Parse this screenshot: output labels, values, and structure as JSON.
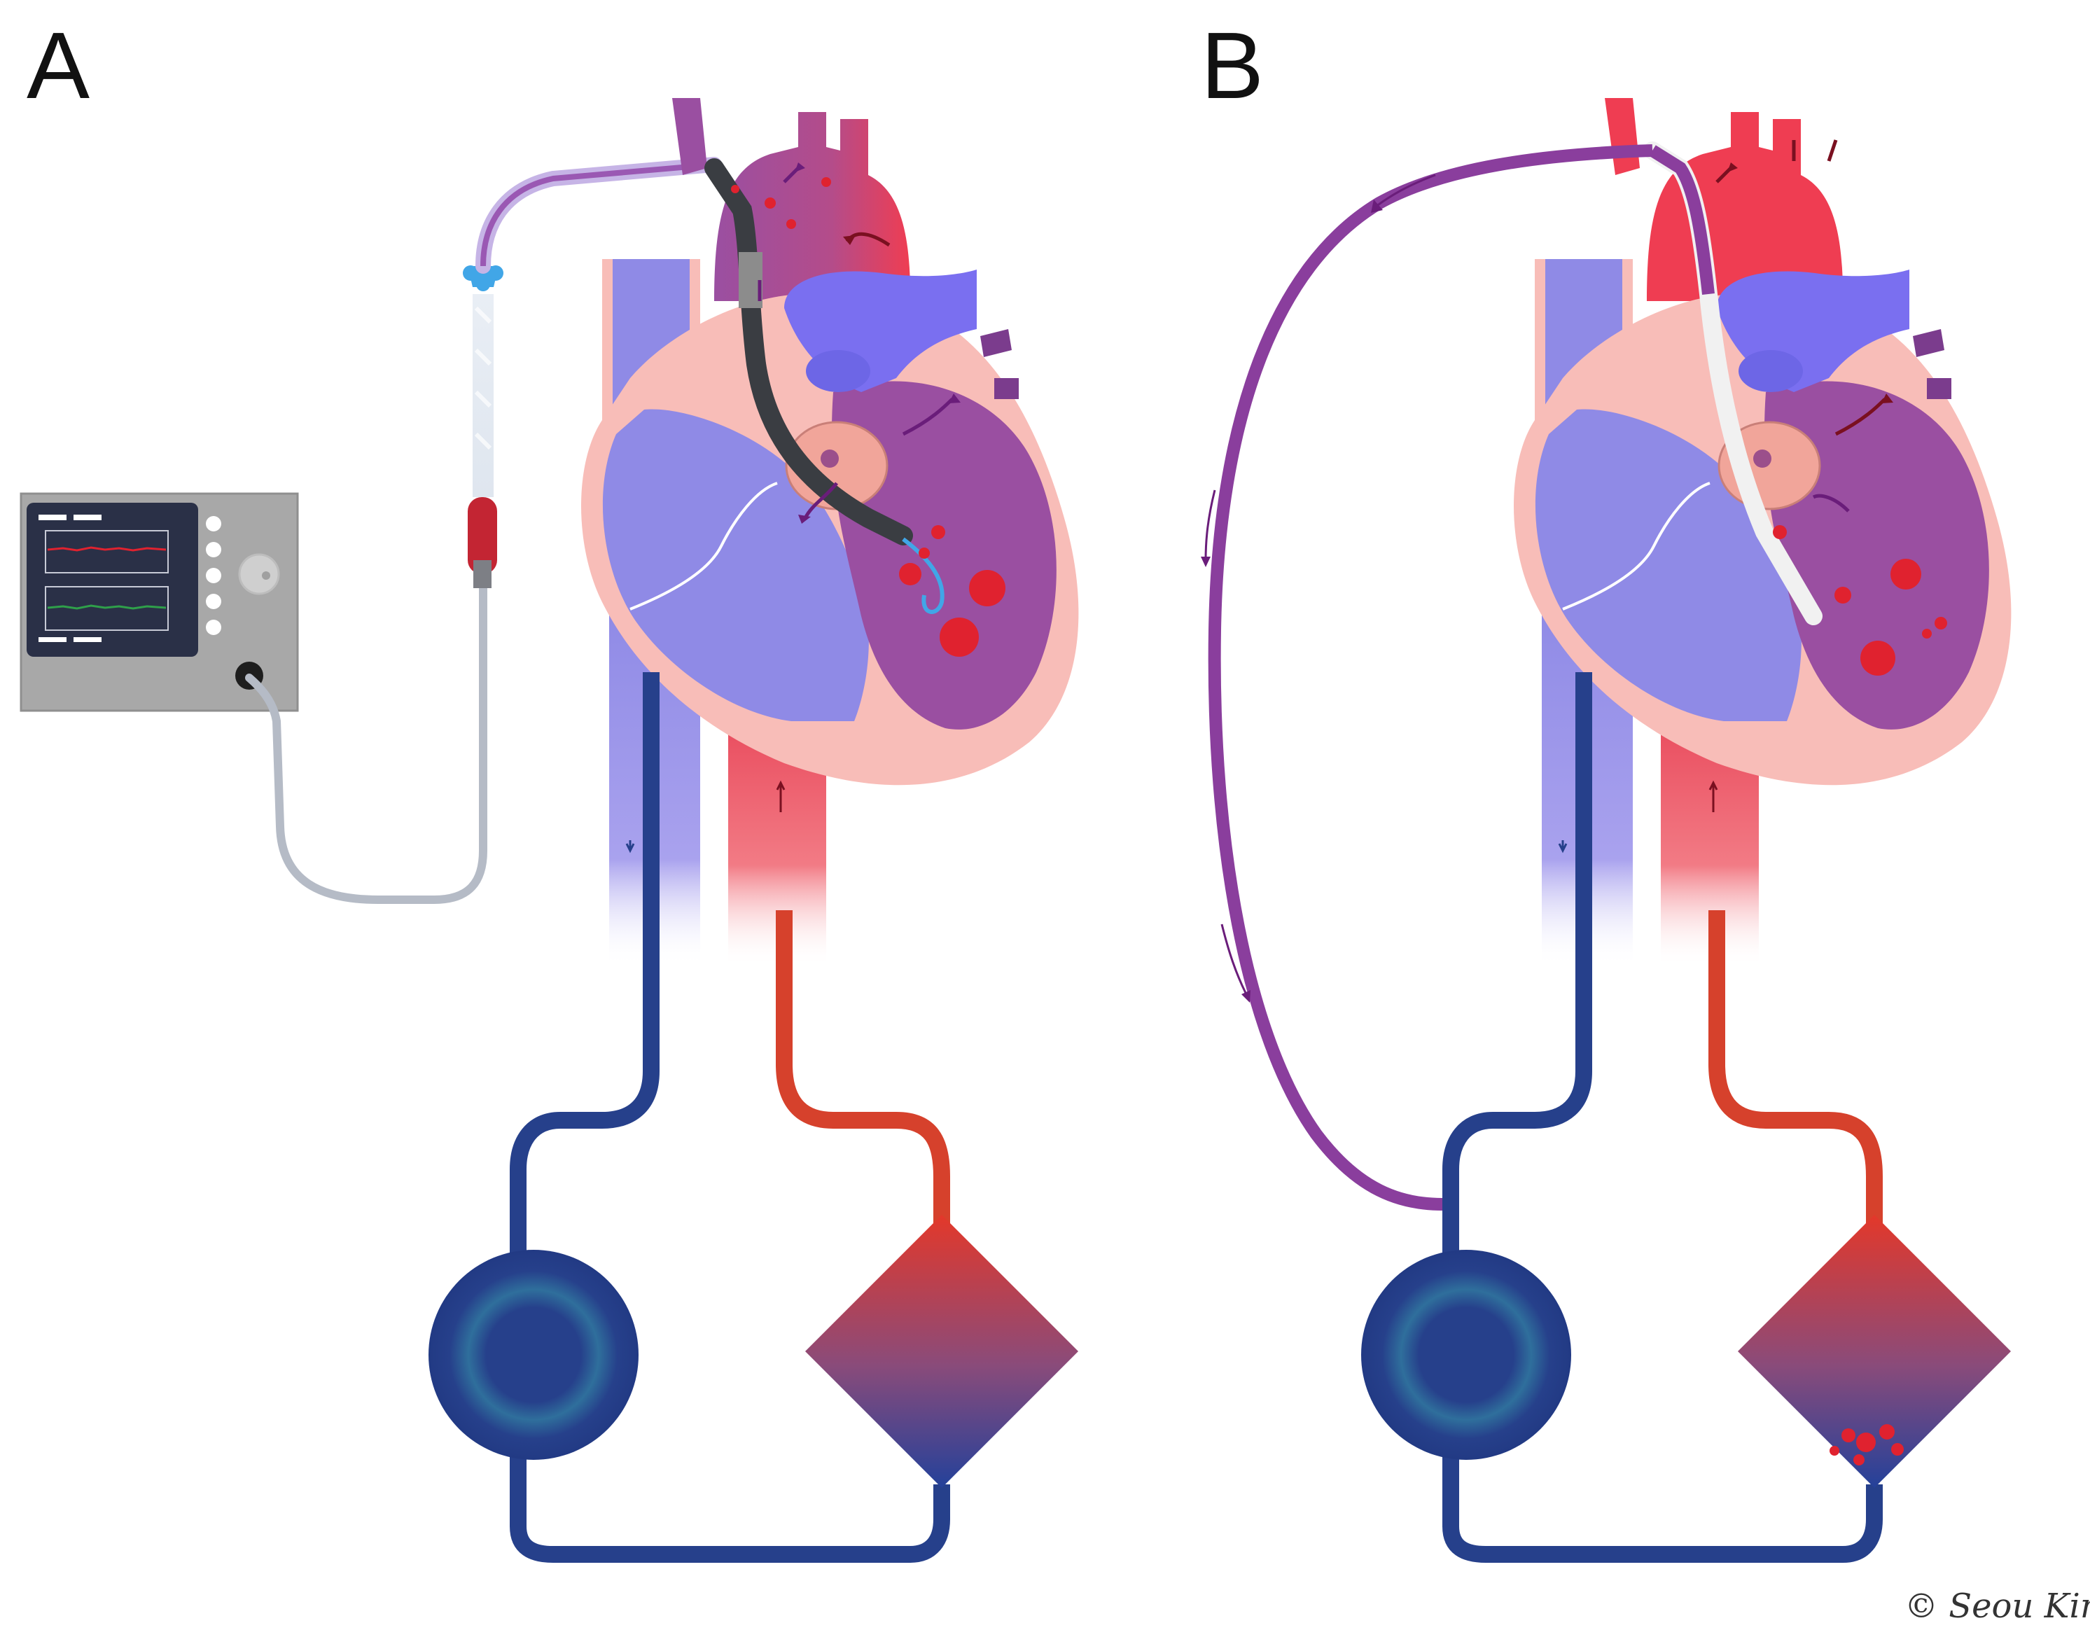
{
  "panels": [
    {
      "id": "A",
      "label": "A"
    },
    {
      "id": "B",
      "label": "B"
    }
  ],
  "copyright": "© Seou Kim",
  "colors": {
    "venous_blue": "#26408b",
    "arterial_red": "#d6412c",
    "heart_light_blue": "#8f8ae6",
    "heart_purple": "#9a4fa1",
    "myocardium_pink": "#f8bdb8",
    "aorta_red": "#ef3d52",
    "shunt_purple": "#8a3e9d",
    "clot_red": "#e0222f",
    "monitor_gray": "#a6a6a6",
    "monitor_screen": "#2a3047"
  }
}
